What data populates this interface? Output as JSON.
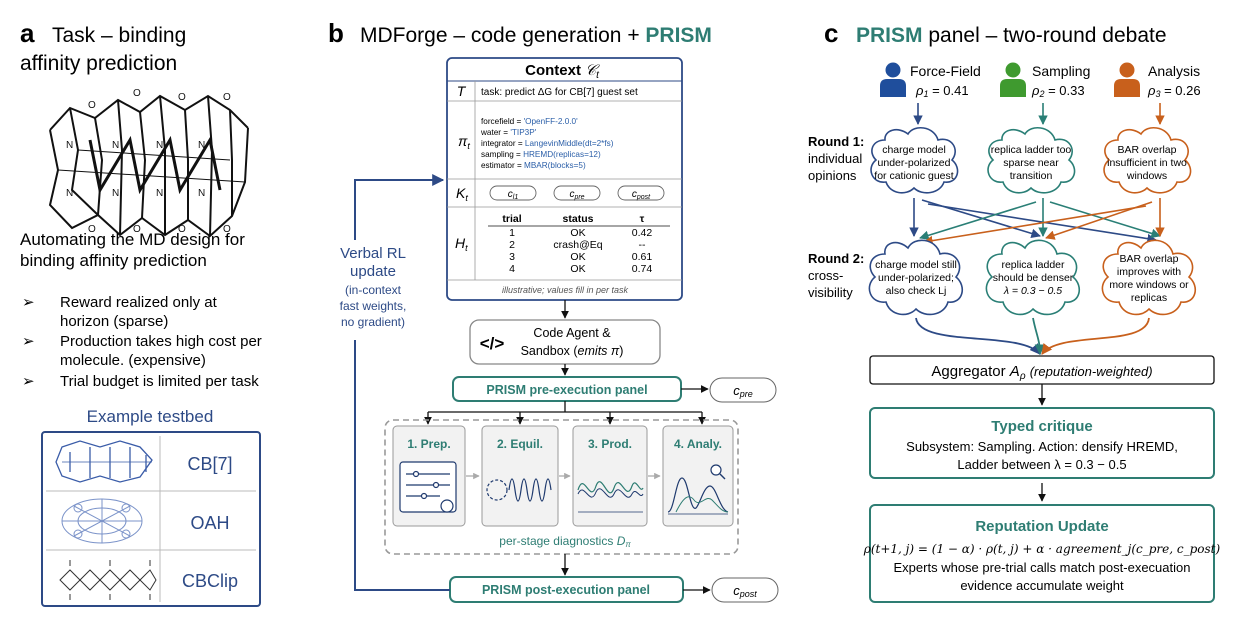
{
  "panel_a": {
    "letter": "a",
    "title_line1": "Task – binding",
    "title_line2": "affinity prediction",
    "desc_line1": "Automating the MD design for",
    "desc_line2": "binding affinity prediction",
    "bullets": [
      {
        "line1": "Reward realized only at",
        "line2": "horizon (sparse)"
      },
      {
        "line1": "Production takes high cost per",
        "line2": "molecule. (expensive)"
      },
      {
        "line1": "Trial budget is limited per task",
        "line2": ""
      }
    ],
    "testbed_title": "Example testbed",
    "testbed": [
      "CB[7]",
      "OAH",
      "CBClip"
    ]
  },
  "panel_b": {
    "letter": "b",
    "title_prefix": "MDForge – code generation + ",
    "title_accent": "PRISM",
    "context_title": "Context",
    "context_symbol": "𝒞",
    "context_sub": "t",
    "T_label": "T",
    "T_text": "task: predict ΔG for CB[7] guest set",
    "pi_label": "π",
    "pi_sub": "t",
    "code_lines": [
      {
        "key": "forcefield  = ",
        "val": "'OpenFF-2.0.0'"
      },
      {
        "key": "water       = ",
        "val": "'TIP3P'"
      },
      {
        "key": "integrator  = ",
        "val": "LangevinMiddle(dt=2*fs)"
      },
      {
        "key": "sampling    = ",
        "val": "HREMD(replicas=12)"
      },
      {
        "key": "estimator   = ",
        "val": "MBAR(blocks=5)"
      }
    ],
    "K_label": "K",
    "K_sub": "t",
    "K_items": [
      {
        "base": "c",
        "sub": "l1"
      },
      {
        "base": "c",
        "sub": "pre"
      },
      {
        "base": "c",
        "sub": "post"
      }
    ],
    "H_label": "H",
    "H_sub": "t",
    "history_headers": [
      "trial",
      "status",
      "τ"
    ],
    "history_rows": [
      [
        "1",
        "OK",
        "0.42"
      ],
      [
        "2",
        "crash@Eq",
        "--"
      ],
      [
        "3",
        "OK",
        "0.61"
      ],
      [
        "4",
        "OK",
        "0.74"
      ]
    ],
    "illustrative_note": "illustrative; values fill in per task",
    "code_agent_line1": "Code Agent &",
    "code_agent_line2_prefix": "Sandbox (",
    "code_agent_line2_em": "emits π",
    "code_agent_line2_suffix": ")",
    "code_icon": "</>",
    "pre_panel": "PRISM pre-execution panel",
    "post_panel": "PRISM post-execution panel",
    "c_pre": {
      "base": "c",
      "sub": "pre"
    },
    "c_post": {
      "base": "c",
      "sub": "post"
    },
    "stages": [
      "1. Prep.",
      "2. Equil.",
      "3. Prod.",
      "4. Analy."
    ],
    "diagnostics_prefix": "per-stage diagnostics ",
    "diagnostics_sym": "D",
    "diagnostics_sub": "π",
    "verbal_rl_line1": "Verbal RL",
    "verbal_rl_line2": "update",
    "verbal_rl_note1": "(in-context",
    "verbal_rl_note2": "fast weights,",
    "verbal_rl_note3": "no gradient)"
  },
  "panel_c": {
    "letter": "c",
    "title_accent": "PRISM",
    "title_rest": " panel – two-round debate",
    "experts": [
      {
        "name": "Force-Field",
        "rho": "ρ",
        "sub": "1",
        "value": " = 0.41",
        "color": "#1f4e9c"
      },
      {
        "name": "Sampling",
        "rho": "ρ",
        "sub": "2",
        "value": " = 0.33",
        "color": "#3f9a2f"
      },
      {
        "name": "Analysis",
        "rho": "ρ",
        "sub": "3",
        "value": " = 0.26",
        "color": "#c8601c"
      }
    ],
    "round1_bold": "Round 1:",
    "round1_line2": "individual",
    "round1_line3": "opinions",
    "round2_bold": "Round 2:",
    "round2_line2": "cross-",
    "round2_line3": "visibility",
    "round1_clouds": [
      [
        "charge model",
        "under-polarized",
        "for cationic guest"
      ],
      [
        "replica ladder too",
        "sparse near",
        "transition"
      ],
      [
        "BAR overlap",
        "insufficient in two",
        "windows"
      ]
    ],
    "round2_clouds": [
      [
        "charge model still",
        "under-polarized;",
        "also check Lj"
      ],
      [
        "replica ladder",
        "should be denser",
        "λ = 0.3 − 0.5"
      ],
      [
        "BAR overlap",
        "improves with",
        "more windows or",
        "replicas"
      ]
    ],
    "aggregator_prefix": "Aggregator ",
    "aggregator_sym": "A",
    "aggregator_sub": "ρ",
    "aggregator_note": "(reputation-weighted)",
    "critique_title": "Typed critique",
    "critique_line1": "Subsystem: Sampling. Action: densify HREMD,",
    "critique_line2": "Ladder between λ = 0.3  − 0.5",
    "reputation_title": "Reputation Update",
    "reputation_formula": "ρ(t+1, j) = (1 − α) · ρ(t, j) + α · agreement_j(c_pre, c_post)",
    "reputation_line1": "Experts whose pre-trial calls match post-execuation",
    "reputation_line2": "evidence accumulate weight"
  },
  "colors": {
    "teal": "#2e7d73",
    "navy": "#1f3a6e",
    "force_field": "#1f4e9c",
    "sampling": "#3f9a2f",
    "analysis": "#c8601c"
  }
}
